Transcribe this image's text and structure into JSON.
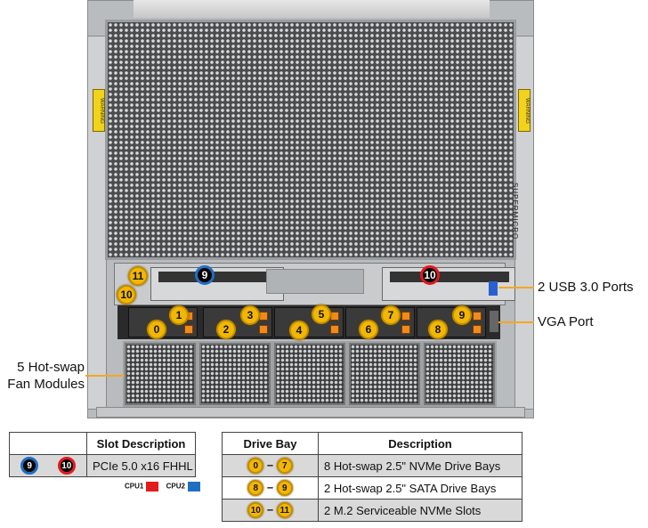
{
  "image": {
    "logo_text": "SUPERMICRO",
    "warning_label": "WARNING"
  },
  "badges": {
    "m2": [
      "11",
      "10"
    ],
    "pcie": [
      {
        "label": "9",
        "ring": "#1f6fc1"
      },
      {
        "label": "10",
        "ring": "#e41b1b"
      }
    ],
    "drives": [
      "1",
      "0",
      "3",
      "2",
      "5",
      "4",
      "7",
      "6",
      "9",
      "8"
    ]
  },
  "callouts": {
    "usb": "2 USB 3.0 Ports",
    "vga": "VGA Port",
    "fans_line1": "5 Hot-swap",
    "fans_line2": "Fan Modules"
  },
  "slot_table": {
    "header": "Slot Description",
    "row": {
      "badges": [
        "9",
        "10"
      ],
      "description": "PCIe 5.0 x16 FHHL"
    },
    "legend": [
      {
        "label": "CPU1",
        "color": "#e41b1b"
      },
      {
        "label": "CPU2",
        "color": "#1f6fc1"
      }
    ]
  },
  "drive_table": {
    "headers": [
      "Drive Bay",
      "Description"
    ],
    "rows": [
      {
        "from": "0",
        "to": "7",
        "description": "8 Hot-swap 2.5\" NVMe Drive Bays"
      },
      {
        "from": "8",
        "to": "9",
        "description": "2 Hot-swap 2.5\" SATA Drive Bays"
      },
      {
        "from": "10",
        "to": "11",
        "description": "2 M.2 Serviceable NVMe Slots"
      }
    ],
    "separator": "–"
  }
}
